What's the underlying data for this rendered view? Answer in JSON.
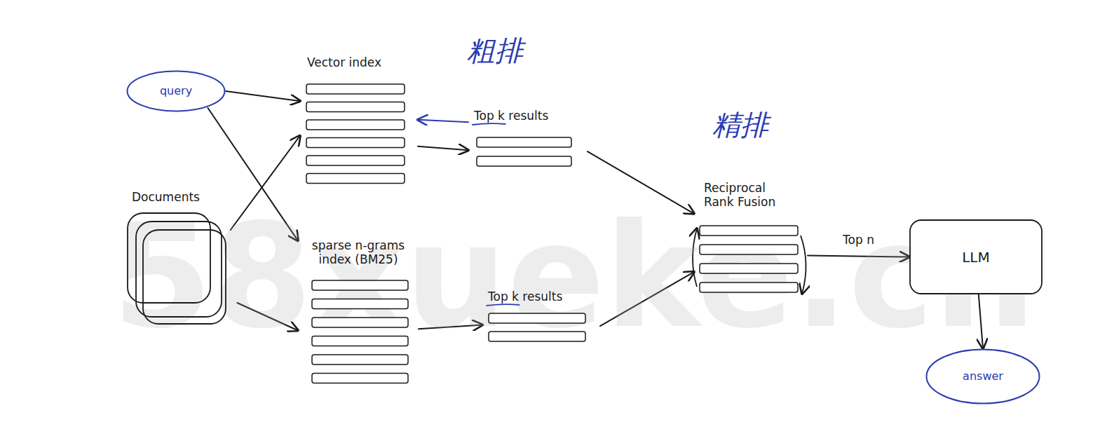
{
  "diagram": {
    "nodes": [
      {
        "text": [
          "query"
        ]
      },
      {
        "text": [
          "Vector index"
        ]
      },
      {
        "text": [
          "Top k results"
        ]
      },
      {
        "text": [
          "Documents"
        ]
      },
      {
        "text": [
          "Reciprocal Rank Fusion"
        ]
      },
      {
        "text": [
          "sparse n-grams index (BM25)"
        ]
      },
      {
        "text": [
          "Top k results"
        ]
      },
      {
        "text": [
          "LLM"
        ]
      },
      {
        "text": [
          "answer"
        ]
      }
    ],
    "edges": [
      {
        "from": 0,
        "to": 1,
        "arrow": "to"
      },
      {
        "from": 0,
        "to": 5,
        "arrow": "to"
      },
      {
        "from": 3,
        "to": 1,
        "arrow": "to"
      },
      {
        "from": 3,
        "to": 5,
        "arrow": "to"
      },
      {
        "from": 1,
        "to": 2,
        "arrow": "to"
      },
      {
        "from": 2,
        "to": 1,
        "arrow": "to"
      },
      {
        "from": 2,
        "to": 4,
        "arrow": "to"
      },
      {
        "from": 5,
        "to": 6,
        "arrow": "to"
      },
      {
        "from": 6,
        "to": 4,
        "arrow": "to"
      },
      {
        "from": 4,
        "to": 7,
        "label": "Top n",
        "arrow": "to"
      },
      {
        "from": 7,
        "to": 8,
        "arrow": "to"
      }
    ],
    "labels": [
      "粗排",
      "精排",
      "58xueke.cn"
    ]
  }
}
